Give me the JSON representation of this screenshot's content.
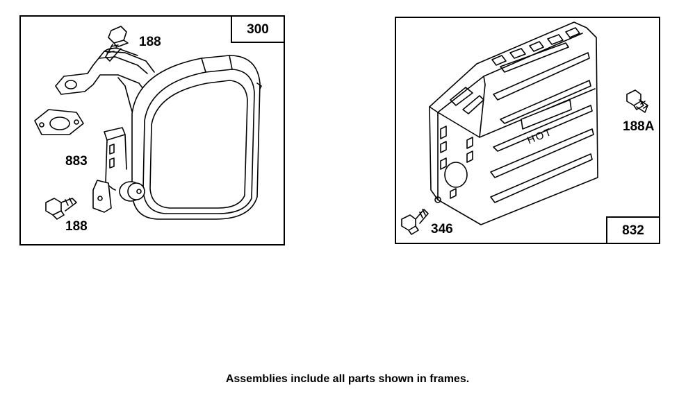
{
  "frames": {
    "left": {
      "id": "300"
    },
    "right": {
      "id": "832"
    }
  },
  "parts": {
    "bolt_top": "188",
    "gasket": "883",
    "bolt_bottom": "188",
    "bolt_right": "188A",
    "bolt_guard": "346",
    "guard_text": "HOT"
  },
  "footer": {
    "note": "Assemblies include all parts shown in frames."
  }
}
